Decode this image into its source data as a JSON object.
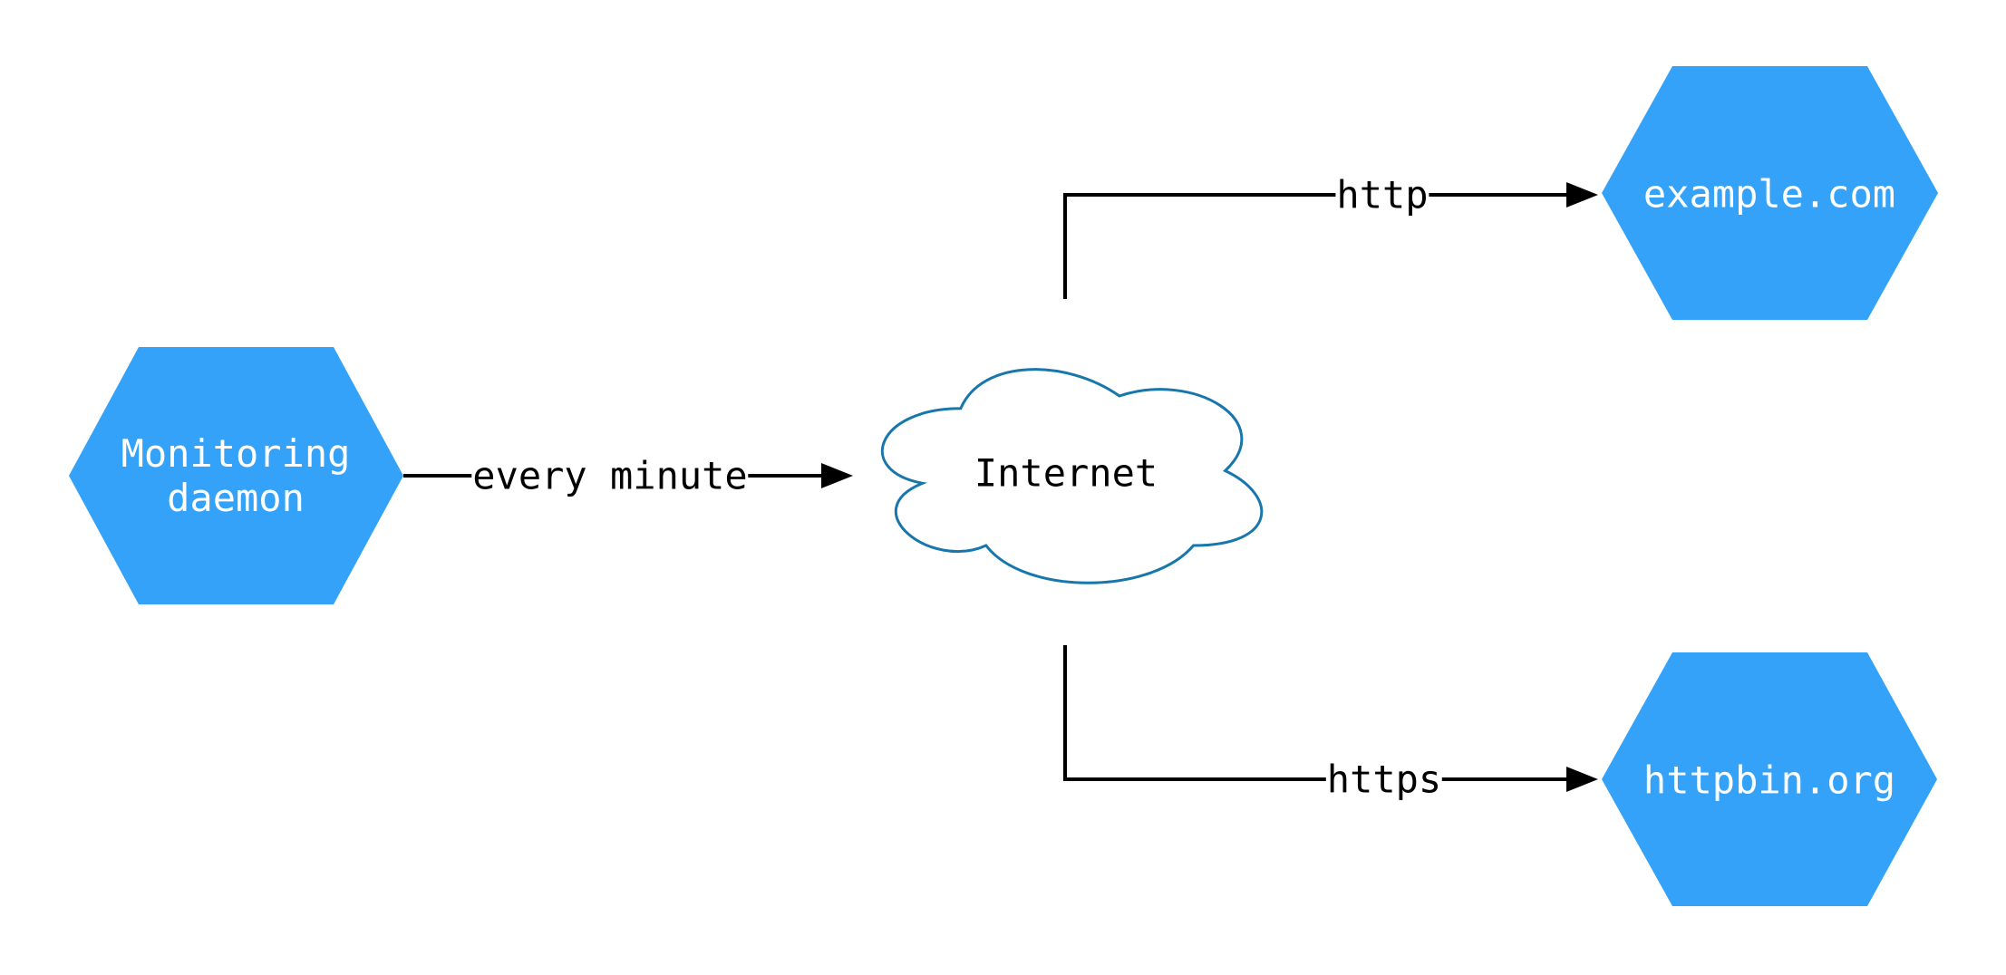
{
  "diagram": {
    "background": "#ffffff",
    "colors": {
      "node_fill": "#33A2F8",
      "node_text": "#ffffff",
      "cloud_fill": "#ffffff",
      "cloud_stroke": "#1776AC",
      "edge": "#000000",
      "edge_label_text": "#000000"
    },
    "nodes": {
      "monitoring": {
        "shape": "hexagon",
        "label_line1": "Monitoring",
        "label_line2": "daemon"
      },
      "internet": {
        "shape": "cloud",
        "label": "Internet"
      },
      "example": {
        "shape": "hexagon",
        "label": "example.com"
      },
      "httpbin": {
        "shape": "hexagon",
        "label": "httpbin.org"
      }
    },
    "edges": {
      "every_minute": {
        "from": "monitoring",
        "to": "internet",
        "label": "every minute"
      },
      "http": {
        "from": "internet",
        "to": "example",
        "label": "http"
      },
      "https": {
        "from": "internet",
        "to": "httpbin",
        "label": "https"
      }
    }
  }
}
